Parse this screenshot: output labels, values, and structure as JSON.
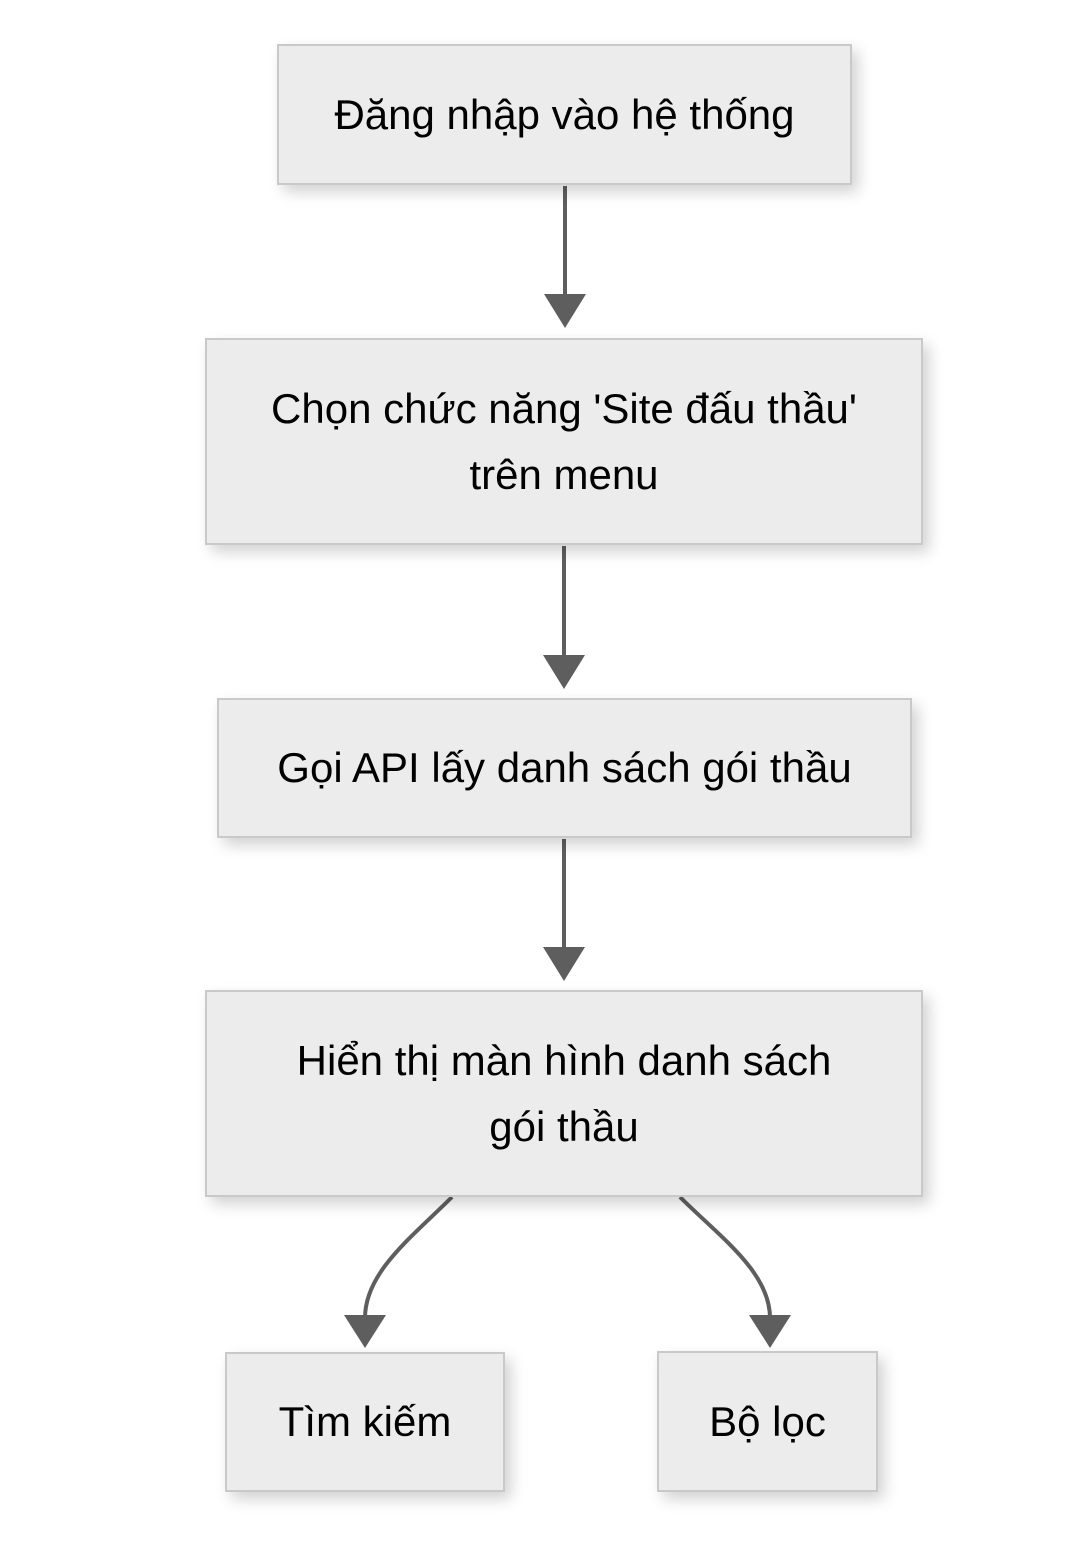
{
  "diagram": {
    "type": "flowchart",
    "direction": "top-down",
    "nodes": {
      "login": {
        "label": "Đăng nhập vào hệ thống"
      },
      "menu": {
        "label": "Chọn chức năng 'Site đấu thầu'\ntrên menu"
      },
      "api": {
        "label": "Gọi API lấy danh sách gói thầu"
      },
      "display": {
        "label": "Hiển thị màn hình danh sách\ngói thầu"
      },
      "search": {
        "label": "Tìm kiếm"
      },
      "filter": {
        "label": "Bộ lọc"
      }
    },
    "edges": [
      {
        "from": "login",
        "to": "menu"
      },
      {
        "from": "menu",
        "to": "api"
      },
      {
        "from": "api",
        "to": "display"
      },
      {
        "from": "display",
        "to": "search"
      },
      {
        "from": "display",
        "to": "filter"
      }
    ],
    "colors": {
      "background": "#ffffff",
      "node_fill": "#ececec",
      "node_border": "#c9c9c9",
      "arrow": "#5e5e5e",
      "text": "#000000"
    }
  }
}
